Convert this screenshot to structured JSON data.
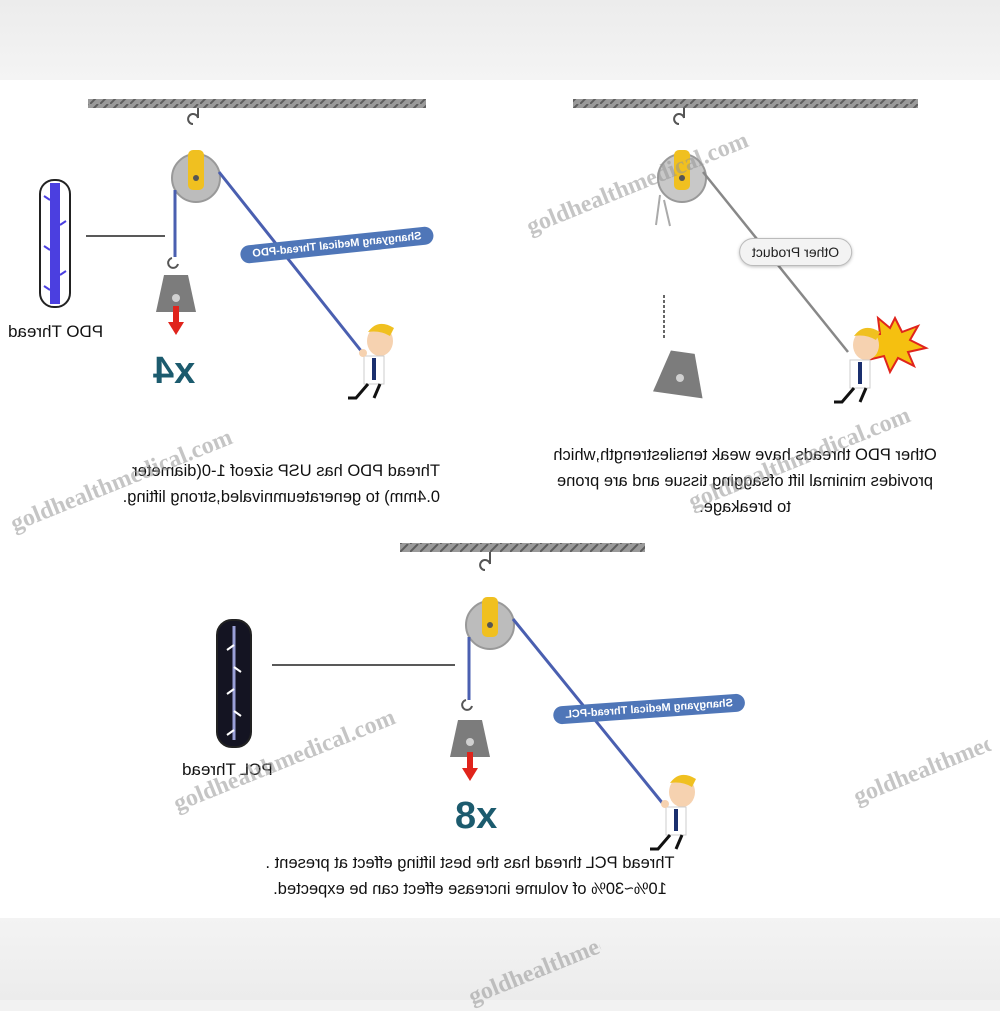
{
  "diagrams": {
    "pdo": {
      "pill_label": "Shangyang Medical Thread-PDO",
      "multiplier": "x4",
      "thread_label": "PDO Thread",
      "caption_line1": "Thread PDO has USP sizeof 1-0(diameter",
      "caption_line2": "0.4mm) to generateumnivaled,strong lifting."
    },
    "other": {
      "pill_label": "Other Product",
      "caption_line1": "Other PDO threads have weak tensilestrength,which",
      "caption_line2": "provides minimal lift ofsagging tissue and are prone",
      "caption_line3": "to breakage."
    },
    "pcl": {
      "pill_label": "Shangyang Medical Thread-PCL",
      "multiplier": "x8",
      "thread_label": "PCL Thread",
      "caption_line1": "Thread PCL thread has the best lifting effect at present .",
      "caption_line2": "10%~30% of volume increase effect can be expected."
    }
  },
  "watermark_text": "goldhealthmedical.com",
  "colors": {
    "thread_blue": "#4a5fb0",
    "pill_blue": "#4f76b8",
    "pulley_yellow": "#f0c020",
    "arrow_red": "#e0241c",
    "weight_grey": "#808080",
    "multiplier_teal": "#1c5b6e"
  },
  "icons": [
    "ceiling-bar-icon",
    "hook-icon",
    "pulley-icon",
    "weight-icon",
    "down-arrow-icon",
    "man-pulling-icon",
    "thread-closeup-icon",
    "burst-icon"
  ]
}
